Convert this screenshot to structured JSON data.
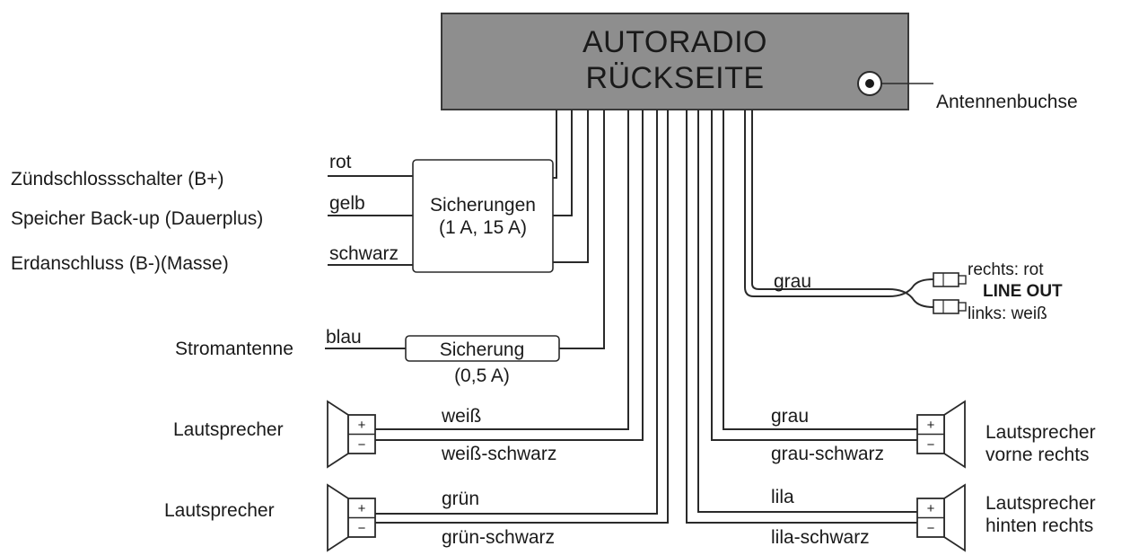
{
  "radio": {
    "title_line1": "AUTORADIO",
    "title_line2": "RÜCKSEITE",
    "antenna_label": "Antennenbuchse",
    "color": "#8e8e8e"
  },
  "left_terminals": [
    {
      "label": "Zündschlossschalter (B+)",
      "wire": "rot"
    },
    {
      "label": "Speicher Back-up (Dauerplus)",
      "wire": "gelb"
    },
    {
      "label": "Erdanschluss (B-)(Masse)",
      "wire": "schwarz"
    }
  ],
  "fuses": {
    "label_line1": "Sicherungen",
    "label_line2": "(1 A, 15 A)"
  },
  "power_antenna": {
    "label": "Stromantenne",
    "wire": "blau",
    "fuse_line1": "Sicherung",
    "fuse_line2": "(0,5 A)"
  },
  "line_out": {
    "wire": "grau",
    "right_label": "rechts: rot",
    "title": "LINE OUT",
    "left_label": "links: weiß"
  },
  "speakers": {
    "front_left": {
      "label": "Lautsprecher",
      "wire_plus": "weiß",
      "wire_minus": "weiß-schwarz"
    },
    "rear_left": {
      "label": "Lautsprecher",
      "wire_plus": "grün",
      "wire_minus": "grün-schwarz"
    },
    "front_right": {
      "label_line1": "Lautsprecher",
      "label_line2": "vorne rechts",
      "wire_plus": "grau",
      "wire_minus": "grau-schwarz"
    },
    "rear_right": {
      "label_line1": "Lautsprecher",
      "label_line2": "hinten rechts",
      "wire_plus": "lila",
      "wire_minus": "lila-schwarz"
    },
    "plus_sign": "+",
    "minus_sign": "−"
  }
}
